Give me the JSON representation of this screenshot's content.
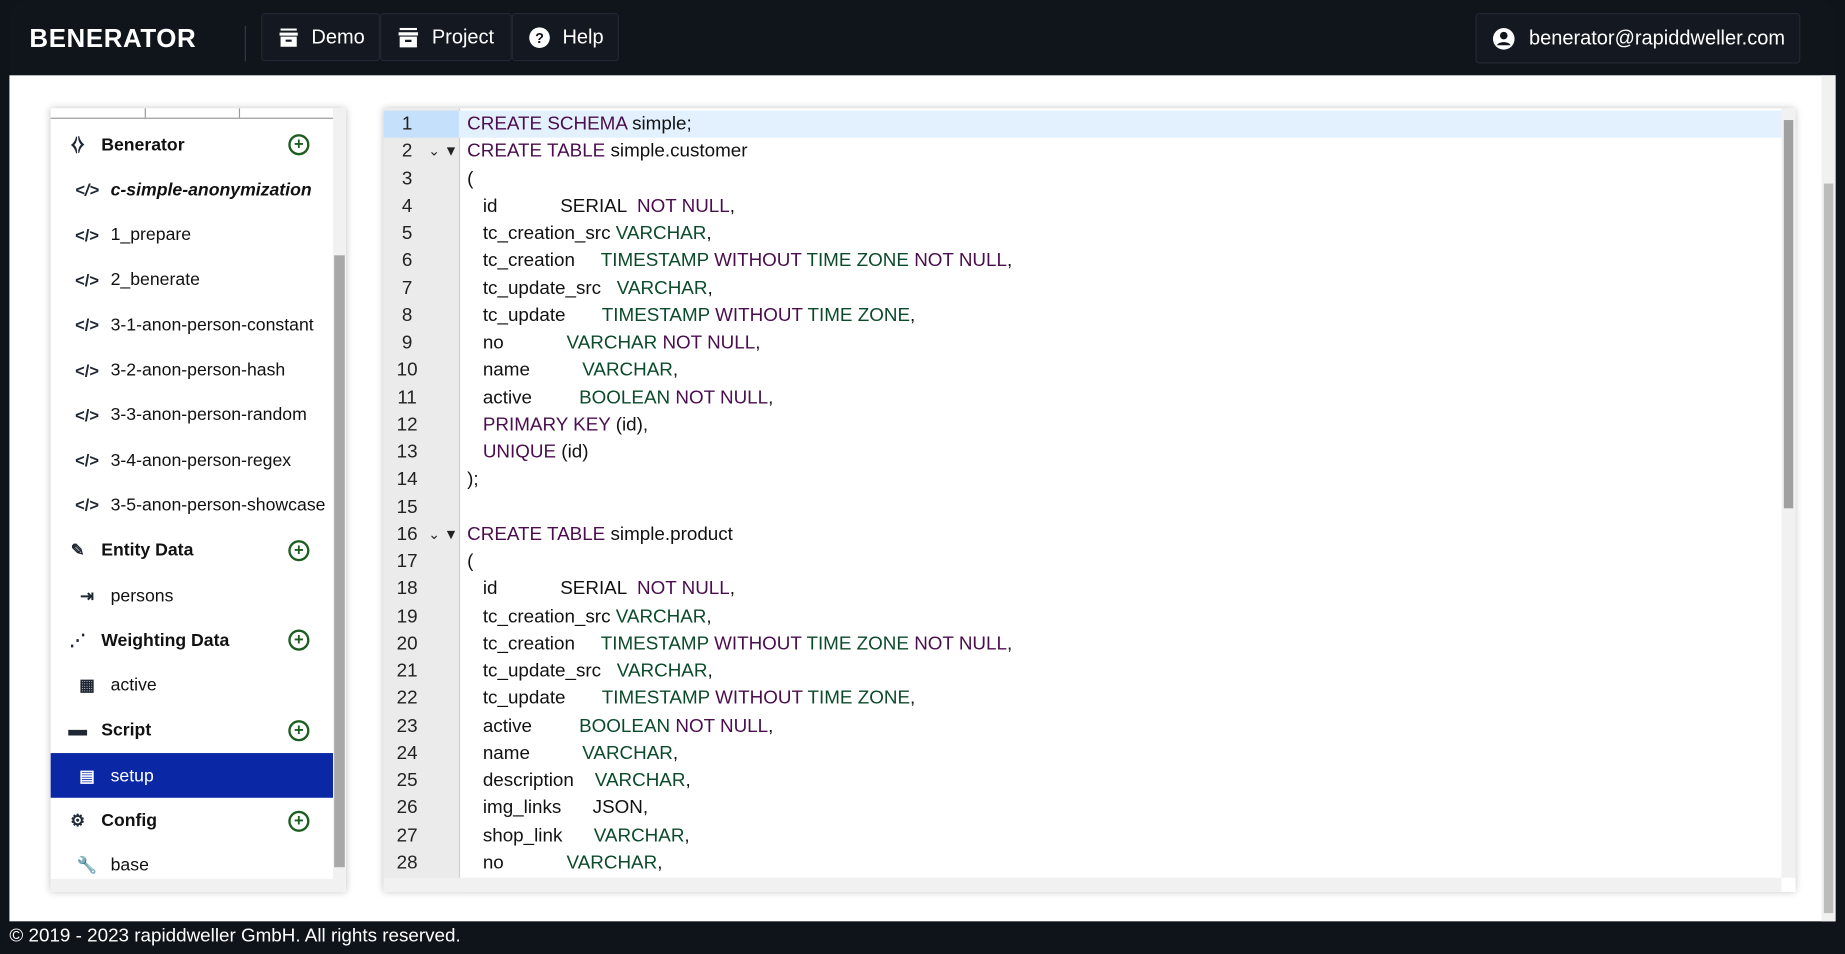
{
  "header": {
    "brand": "BENERATOR",
    "nav": [
      {
        "label": "Demo",
        "icon": "archive-icon"
      },
      {
        "label": "Project",
        "icon": "archive-icon"
      },
      {
        "label": "Help",
        "icon": "question-circle-icon"
      }
    ],
    "user": "benerator@rapiddweller.com"
  },
  "sidebar": {
    "items": [
      {
        "label": "Benerator",
        "type": "group",
        "icon": "code-file-icon"
      },
      {
        "label": "c-simple-anonymization",
        "type": "leaf",
        "icon": "code-icon",
        "italic": true
      },
      {
        "label": "1_prepare",
        "type": "leaf",
        "icon": "code-icon"
      },
      {
        "label": "2_benerate",
        "type": "leaf",
        "icon": "code-icon"
      },
      {
        "label": "3-1-anon-person-constant",
        "type": "leaf",
        "icon": "code-icon"
      },
      {
        "label": "3-2-anon-person-hash",
        "type": "leaf",
        "icon": "code-icon"
      },
      {
        "label": "3-3-anon-person-random",
        "type": "leaf",
        "icon": "code-icon"
      },
      {
        "label": "3-4-anon-person-regex",
        "type": "leaf",
        "icon": "code-icon"
      },
      {
        "label": "3-5-anon-person-showcase",
        "type": "leaf",
        "icon": "code-icon"
      },
      {
        "label": "Entity Data",
        "type": "group",
        "icon": "edit-lines-icon"
      },
      {
        "label": "persons",
        "type": "leaf",
        "icon": "import-icon"
      },
      {
        "label": "Weighting Data",
        "type": "group",
        "icon": "scatter-icon"
      },
      {
        "label": "active",
        "type": "leaf",
        "icon": "table-icon"
      },
      {
        "label": "Script",
        "type": "group",
        "icon": "folder-icon"
      },
      {
        "label": "setup",
        "type": "leaf",
        "icon": "sql-icon",
        "selected": true
      },
      {
        "label": "Config",
        "type": "group",
        "icon": "gear-icon"
      },
      {
        "label": "base",
        "type": "leaf",
        "icon": "wrench-icon"
      }
    ]
  },
  "editor": {
    "lines": [
      [
        [
          "CREATE SCHEMA",
          "kw"
        ],
        [
          " simple;",
          ""
        ]
      ],
      [
        [
          "CREATE TABLE",
          "kw"
        ],
        [
          " simple.customer",
          ""
        ]
      ],
      [
        [
          "(",
          ""
        ]
      ],
      [
        [
          "   id            SERIAL  ",
          ""
        ],
        [
          "NOT NULL",
          "kw"
        ],
        [
          ",",
          ""
        ]
      ],
      [
        [
          "   tc_creation_src ",
          ""
        ],
        [
          "VARCHAR",
          "ty"
        ],
        [
          ",",
          ""
        ]
      ],
      [
        [
          "   tc_creation     ",
          ""
        ],
        [
          "TIMESTAMP ",
          "ty"
        ],
        [
          "WITHOUT ",
          "kw"
        ],
        [
          "TIME ZONE ",
          "ty"
        ],
        [
          "NOT NULL",
          "kw"
        ],
        [
          ",",
          ""
        ]
      ],
      [
        [
          "   tc_update_src   ",
          ""
        ],
        [
          "VARCHAR",
          "ty"
        ],
        [
          ",",
          ""
        ]
      ],
      [
        [
          "   tc_update       ",
          ""
        ],
        [
          "TIMESTAMP ",
          "ty"
        ],
        [
          "WITHOUT ",
          "kw"
        ],
        [
          "TIME ZONE",
          "ty"
        ],
        [
          ",",
          ""
        ]
      ],
      [
        [
          "   no            ",
          ""
        ],
        [
          "VARCHAR ",
          "ty"
        ],
        [
          "NOT NULL",
          "kw"
        ],
        [
          ",",
          ""
        ]
      ],
      [
        [
          "   name          ",
          ""
        ],
        [
          "VARCHAR",
          "ty"
        ],
        [
          ",",
          ""
        ]
      ],
      [
        [
          "   active         ",
          ""
        ],
        [
          "BOOLEAN ",
          "ty"
        ],
        [
          "NOT NULL",
          "kw"
        ],
        [
          ",",
          ""
        ]
      ],
      [
        [
          "   ",
          ""
        ],
        [
          "PRIMARY KEY",
          "kw"
        ],
        [
          " (id),",
          ""
        ]
      ],
      [
        [
          "   ",
          ""
        ],
        [
          "UNIQUE",
          "kw"
        ],
        [
          " (id)",
          ""
        ]
      ],
      [
        [
          ");",
          ""
        ]
      ],
      [
        [
          "",
          ""
        ]
      ],
      [
        [
          "CREATE TABLE",
          "kw"
        ],
        [
          " simple.product",
          ""
        ]
      ],
      [
        [
          "(",
          ""
        ]
      ],
      [
        [
          "   id            SERIAL  ",
          ""
        ],
        [
          "NOT NULL",
          "kw"
        ],
        [
          ",",
          ""
        ]
      ],
      [
        [
          "   tc_creation_src ",
          ""
        ],
        [
          "VARCHAR",
          "ty"
        ],
        [
          ",",
          ""
        ]
      ],
      [
        [
          "   tc_creation     ",
          ""
        ],
        [
          "TIMESTAMP ",
          "ty"
        ],
        [
          "WITHOUT ",
          "kw"
        ],
        [
          "TIME ZONE ",
          "ty"
        ],
        [
          "NOT NULL",
          "kw"
        ],
        [
          ",",
          ""
        ]
      ],
      [
        [
          "   tc_update_src   ",
          ""
        ],
        [
          "VARCHAR",
          "ty"
        ],
        [
          ",",
          ""
        ]
      ],
      [
        [
          "   tc_update       ",
          ""
        ],
        [
          "TIMESTAMP ",
          "ty"
        ],
        [
          "WITHOUT ",
          "kw"
        ],
        [
          "TIME ZONE",
          "ty"
        ],
        [
          ",",
          ""
        ]
      ],
      [
        [
          "   active         ",
          ""
        ],
        [
          "BOOLEAN ",
          "ty"
        ],
        [
          "NOT NULL",
          "kw"
        ],
        [
          ",",
          ""
        ]
      ],
      [
        [
          "   name          ",
          ""
        ],
        [
          "VARCHAR",
          "ty"
        ],
        [
          ",",
          ""
        ]
      ],
      [
        [
          "   description    ",
          ""
        ],
        [
          "VARCHAR",
          "ty"
        ],
        [
          ",",
          ""
        ]
      ],
      [
        [
          "   img_links      JSON,",
          ""
        ]
      ],
      [
        [
          "   shop_link      ",
          ""
        ],
        [
          "VARCHAR",
          "ty"
        ],
        [
          ",",
          ""
        ]
      ],
      [
        [
          "   no            ",
          ""
        ],
        [
          "VARCHAR",
          "ty"
        ],
        [
          ",",
          ""
        ]
      ]
    ],
    "fold_lines": [
      2,
      16
    ]
  },
  "footer": {
    "text": "© 2019 - 2023 rapiddweller GmbH. All rights reserved."
  }
}
